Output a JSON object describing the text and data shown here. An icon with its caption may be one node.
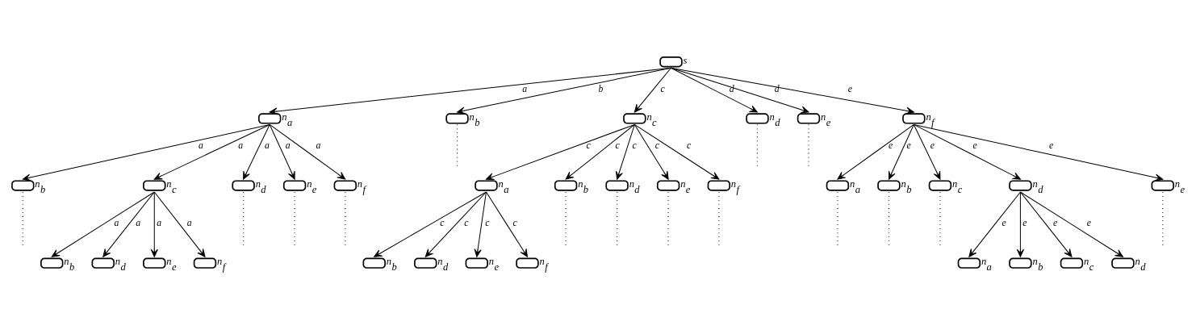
{
  "diagram": {
    "nodes": [
      {
        "text": [
          "s"
        ]
      },
      {
        "text": [
          "n$_{a}$"
        ]
      },
      {
        "text": [
          "n$_{b}$"
        ]
      },
      {
        "text": [
          "n$_{c}$"
        ]
      },
      {
        "text": [
          "n$_{d}$"
        ]
      },
      {
        "text": [
          "n$_{e}$"
        ]
      },
      {
        "text": [
          "n$_{f}$"
        ]
      },
      {
        "text": [
          "n$_{b}$"
        ]
      },
      {
        "text": [
          "n$_{c}$"
        ]
      },
      {
        "text": [
          "n$_{d}$"
        ]
      },
      {
        "text": [
          "n$_{e}$"
        ]
      },
      {
        "text": [
          "n$_{f}$"
        ]
      },
      {
        "text": [
          "n$_{a}$"
        ]
      },
      {
        "text": [
          "n$_{b}$"
        ]
      },
      {
        "text": [
          "n$_{d}$"
        ]
      },
      {
        "text": [
          "n$_{e}$"
        ]
      },
      {
        "text": [
          "n$_{f}$"
        ]
      },
      {
        "text": [
          "n$_{a}$"
        ]
      },
      {
        "text": [
          "n$_{b}$"
        ]
      },
      {
        "text": [
          "n$_{c}$"
        ]
      },
      {
        "text": [
          "n$_{d}$"
        ]
      },
      {
        "text": [
          "n$_{e}$"
        ]
      },
      {
        "text": [
          "n$_{b}$"
        ]
      },
      {
        "text": [
          "n$_{d}$"
        ]
      },
      {
        "text": [
          "n$_{e}$"
        ]
      },
      {
        "text": [
          "n$_{f}$"
        ]
      },
      {
        "text": [
          "n$_{b}$"
        ]
      },
      {
        "text": [
          "n$_{d}$"
        ]
      },
      {
        "text": [
          "n$_{e}$"
        ]
      },
      {
        "text": [
          "n$_{f}$"
        ]
      },
      {
        "text": [
          "n$_{a}$"
        ]
      },
      {
        "text": [
          "n$_{b}$"
        ]
      },
      {
        "text": [
          "n$_{c}$"
        ]
      },
      {
        "text": [
          "n$_{d}$"
        ]
      }
    ],
    "edges": [
      {
        "from": 0,
        "to": 1,
        "arrow": "to",
        "label": "a"
      },
      {
        "from": 0,
        "to": 2,
        "arrow": "to",
        "label": "b"
      },
      {
        "from": 0,
        "to": 3,
        "arrow": "to",
        "label": "c"
      },
      {
        "from": 0,
        "to": 4,
        "arrow": "to",
        "label": "d"
      },
      {
        "from": 0,
        "to": 5,
        "arrow": "to",
        "label": "d"
      },
      {
        "from": 0,
        "to": 6,
        "arrow": "to",
        "label": "e"
      },
      {
        "from": 1,
        "to": 7,
        "arrow": "to",
        "label": "a"
      },
      {
        "from": 1,
        "to": 8,
        "arrow": "to",
        "label": "a"
      },
      {
        "from": 1,
        "to": 9,
        "arrow": "to",
        "label": "a"
      },
      {
        "from": 1,
        "to": 10,
        "arrow": "to",
        "label": "a"
      },
      {
        "from": 1,
        "to": 11,
        "arrow": "to",
        "label": "a"
      },
      {
        "from": 3,
        "to": 12,
        "arrow": "to",
        "label": "c"
      },
      {
        "from": 3,
        "to": 13,
        "arrow": "to",
        "label": "c"
      },
      {
        "from": 3,
        "to": 14,
        "arrow": "to",
        "label": "c"
      },
      {
        "from": 3,
        "to": 15,
        "arrow": "to",
        "label": "c"
      },
      {
        "from": 3,
        "to": 16,
        "arrow": "to",
        "label": "c"
      },
      {
        "from": 6,
        "to": 17,
        "arrow": "to",
        "label": "e"
      },
      {
        "from": 6,
        "to": 18,
        "arrow": "to",
        "label": "e"
      },
      {
        "from": 6,
        "to": 19,
        "arrow": "to",
        "label": "e"
      },
      {
        "from": 6,
        "to": 20,
        "arrow": "to",
        "label": "e"
      },
      {
        "from": 6,
        "to": 21,
        "arrow": "to",
        "label": "e"
      },
      {
        "from": 8,
        "to": 22,
        "arrow": "to",
        "label": "a"
      },
      {
        "from": 8,
        "to": 23,
        "arrow": "to",
        "label": "a"
      },
      {
        "from": 8,
        "to": 24,
        "arrow": "to",
        "label": "a"
      },
      {
        "from": 8,
        "to": 25,
        "arrow": "to",
        "label": "a"
      },
      {
        "from": 12,
        "to": 26,
        "arrow": "to",
        "label": "c"
      },
      {
        "from": 12,
        "to": 27,
        "arrow": "to",
        "label": "c"
      },
      {
        "from": 12,
        "to": 28,
        "arrow": "to",
        "label": "c"
      },
      {
        "from": 12,
        "to": 29,
        "arrow": "to",
        "label": "c"
      },
      {
        "from": 20,
        "to": 30,
        "arrow": "to",
        "label": "e"
      },
      {
        "from": 20,
        "to": 31,
        "arrow": "to",
        "label": "e"
      },
      {
        "from": 20,
        "to": 32,
        "arrow": "to",
        "label": "e"
      },
      {
        "from": 20,
        "to": 33,
        "arrow": "to",
        "label": "e"
      },
      {
        "from": 2,
        "to": null,
        "arrow": "none",
        "style": "dashed"
      },
      {
        "from": 4,
        "to": null,
        "arrow": "none",
        "style": "dashed"
      },
      {
        "from": 5,
        "to": null,
        "arrow": "none",
        "style": "dashed"
      },
      {
        "from": 7,
        "to": null,
        "arrow": "none",
        "style": "dashed"
      },
      {
        "from": 9,
        "to": null,
        "arrow": "none",
        "style": "dashed"
      },
      {
        "from": 10,
        "to": null,
        "arrow": "none",
        "style": "dashed"
      },
      {
        "from": 11,
        "to": null,
        "arrow": "none",
        "style": "dashed"
      },
      {
        "from": 13,
        "to": null,
        "arrow": "none",
        "style": "dashed"
      },
      {
        "from": 14,
        "to": null,
        "arrow": "none",
        "style": "dashed"
      },
      {
        "from": 15,
        "to": null,
        "arrow": "none",
        "style": "dashed"
      },
      {
        "from": 16,
        "to": null,
        "arrow": "none",
        "style": "dashed"
      },
      {
        "from": 17,
        "to": null,
        "arrow": "none",
        "style": "dashed"
      },
      {
        "from": 18,
        "to": null,
        "arrow": "none",
        "style": "dashed"
      },
      {
        "from": 19,
        "to": null,
        "arrow": "none",
        "style": "dashed"
      },
      {
        "from": 21,
        "to": null,
        "arrow": "none",
        "style": "dashed"
      }
    ]
  }
}
